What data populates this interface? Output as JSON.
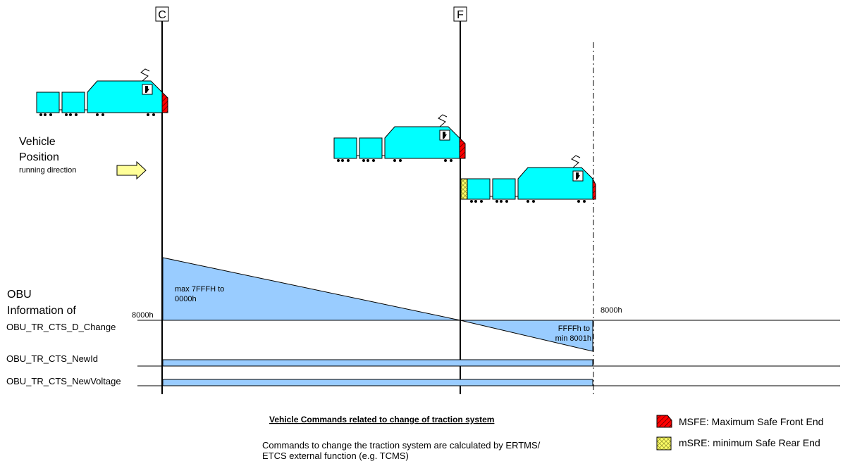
{
  "markers": {
    "c": "C",
    "f": "F"
  },
  "vehicle_position": {
    "line1": "Vehicle",
    "line2": "Position",
    "direction": "running direction"
  },
  "obu": {
    "line1": "OBU",
    "line2": "Information of",
    "value_8000_left": "8000h",
    "value_8000_right": "8000h",
    "max_text_1": "max 7FFFH to",
    "max_text_2": "0000h",
    "min_text_1": "FFFFh to",
    "min_text_2": "min 8001h",
    "signals": [
      "OBU_TR_CTS_D_Change",
      "OBU_TR_CTS_NewId",
      "OBU_TR_CTS_NewVoltage"
    ]
  },
  "footer": {
    "title": "Vehicle Commands related to change of traction system",
    "text1": "Commands to change the traction system are calculated by ERTMS/",
    "text2": "ETCS external function (e.g. TCMS)"
  },
  "legend": {
    "msfe": "MSFE:  Maximum Safe Front End",
    "msre": "mSRE:  minimum Safe Rear End"
  },
  "colors": {
    "train": "#00ffff",
    "bar": "#99ccff",
    "msfe": "#ff0000",
    "msre": "#ffff66",
    "arrow": "#ffff99"
  }
}
